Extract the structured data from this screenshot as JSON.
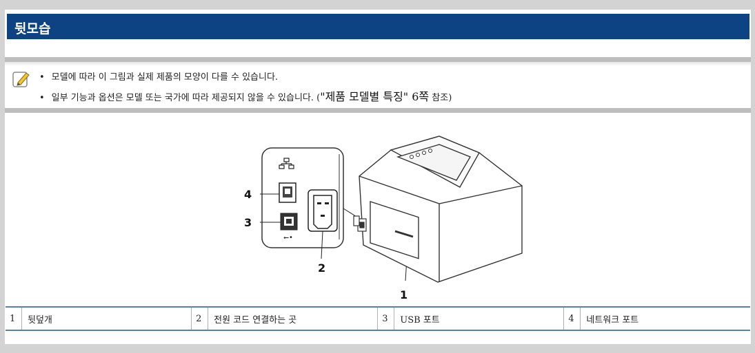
{
  "page": {
    "title": "뒷모습"
  },
  "note": {
    "icon": "pencil-note-icon",
    "items": [
      {
        "text": "모델에 따라 이 그림과 실제 제품의 모양이 다를 수 있습니다."
      },
      {
        "text": "일부 기능과 옵션은 모델 또는 국가에 따라 제공되지 않을 수 있습니다. (",
        "ref": "\"제품 모델별 특징\" 6쪽",
        "suffix": " 참조)"
      }
    ]
  },
  "figure": {
    "callouts": [
      "1",
      "2",
      "3",
      "4"
    ]
  },
  "parts": [
    {
      "num": "1",
      "label": "뒷덮개"
    },
    {
      "num": "2",
      "label": "전원 코드 연결하는 곳"
    },
    {
      "num": "3",
      "label": "USB 포트"
    },
    {
      "num": "4",
      "label": "네트워크 포트"
    }
  ],
  "colors": {
    "title_bar": "#0d4283",
    "table_border": "#5b7ea4",
    "background": "#d3d3d3"
  }
}
